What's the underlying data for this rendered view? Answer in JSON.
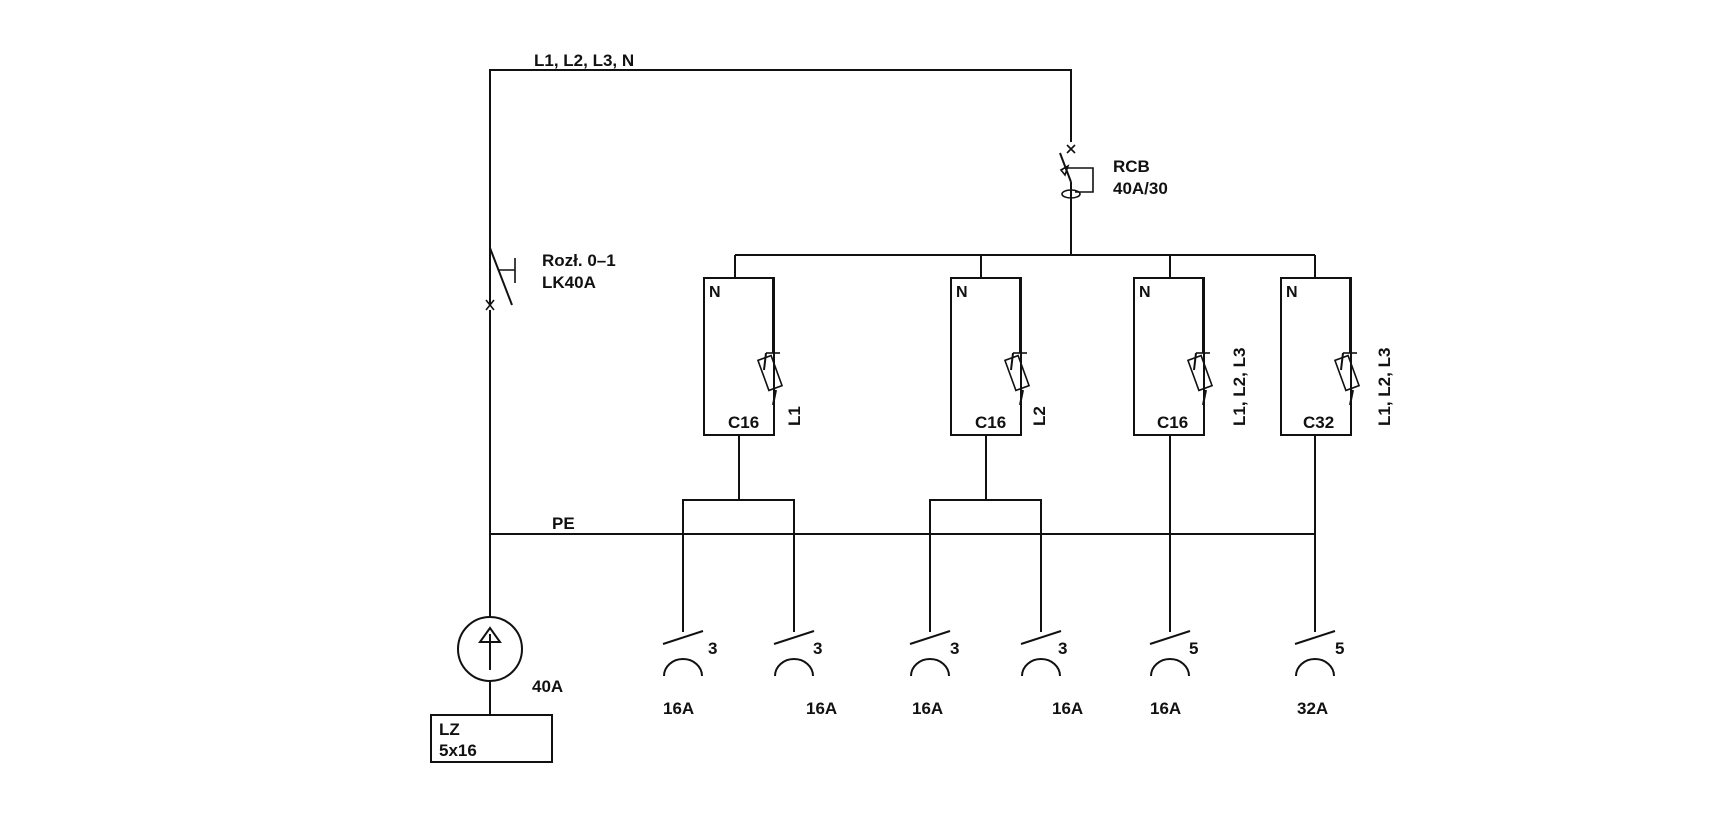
{
  "supply": {
    "bus_label": "L1, L2, L3, N",
    "pe_label": "PE",
    "meter_label": "40A",
    "cable": {
      "line1": "LZ",
      "line2": "5x16"
    }
  },
  "main_switch": {
    "line1": "Rozł. 0–1",
    "line2": "LK40A"
  },
  "rcb": {
    "line1": "RCB",
    "line2": "40A/30"
  },
  "breakers": [
    {
      "n_label": "N",
      "rating": "C16",
      "phase": "L1"
    },
    {
      "n_label": "N",
      "rating": "C16",
      "phase": "L2"
    },
    {
      "n_label": "N",
      "rating": "C16",
      "phase": "L1, L2, L3"
    },
    {
      "n_label": "N",
      "rating": "C32",
      "phase": "L1, L2, L3"
    }
  ],
  "outlets": [
    {
      "conductors": "3",
      "rating": "16A"
    },
    {
      "conductors": "3",
      "rating": "16A"
    },
    {
      "conductors": "3",
      "rating": "16A"
    },
    {
      "conductors": "3",
      "rating": "16A"
    },
    {
      "conductors": "5",
      "rating": "16A"
    },
    {
      "conductors": "5",
      "rating": "32A"
    }
  ]
}
